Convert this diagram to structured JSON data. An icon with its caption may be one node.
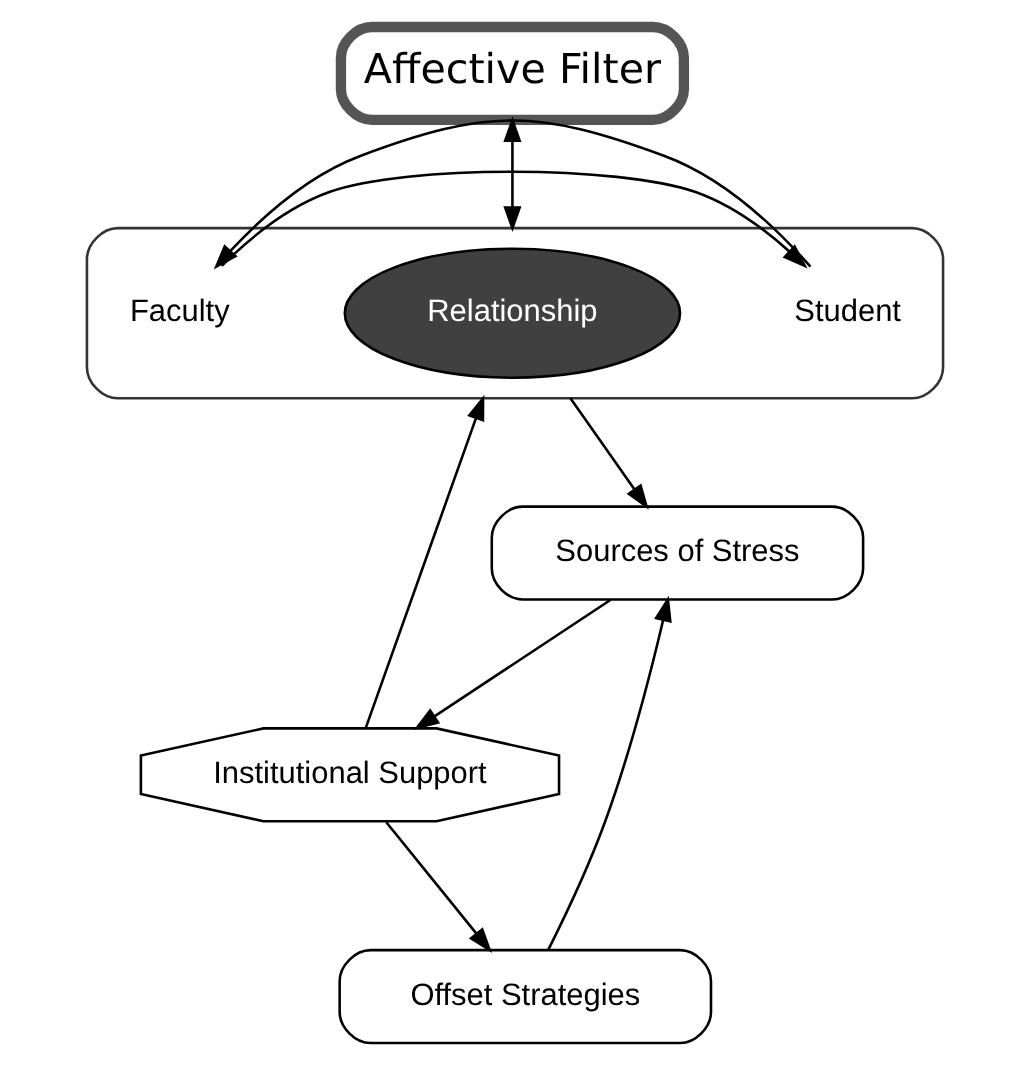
{
  "diagram": {
    "nodes": [
      {
        "text": [
          "Affective Filter"
        ]
      },
      {
        "text": [],
        "shape": "octagon"
      },
      {
        "text": [
          "Faculty"
        ],
        "in": 1
      },
      {
        "text": [
          "Relationship"
        ],
        "in": 1
      },
      {
        "text": [
          "Student"
        ],
        "in": 1
      },
      {
        "text": [
          "Institutional Support"
        ]
      },
      {
        "text": [
          "Sources of Stress"
        ]
      },
      {
        "text": [
          "Offset Strategies"
        ]
      }
    ],
    "edges": [
      {
        "from": 0,
        "to": 1,
        "arrow": "both"
      },
      {
        "from": 2,
        "to": 4,
        "arrow": "to"
      },
      {
        "from": 4,
        "to": 2,
        "arrow": "to"
      },
      {
        "from": 1,
        "to": 6,
        "arrow": "to"
      },
      {
        "from": 6,
        "to": 5,
        "arrow": "to"
      },
      {
        "from": 5,
        "to": 1,
        "arrow": "to"
      },
      {
        "from": 5,
        "to": 7,
        "arrow": "to"
      },
      {
        "from": 7,
        "to": 6,
        "arrow": "to"
      }
    ]
  }
}
